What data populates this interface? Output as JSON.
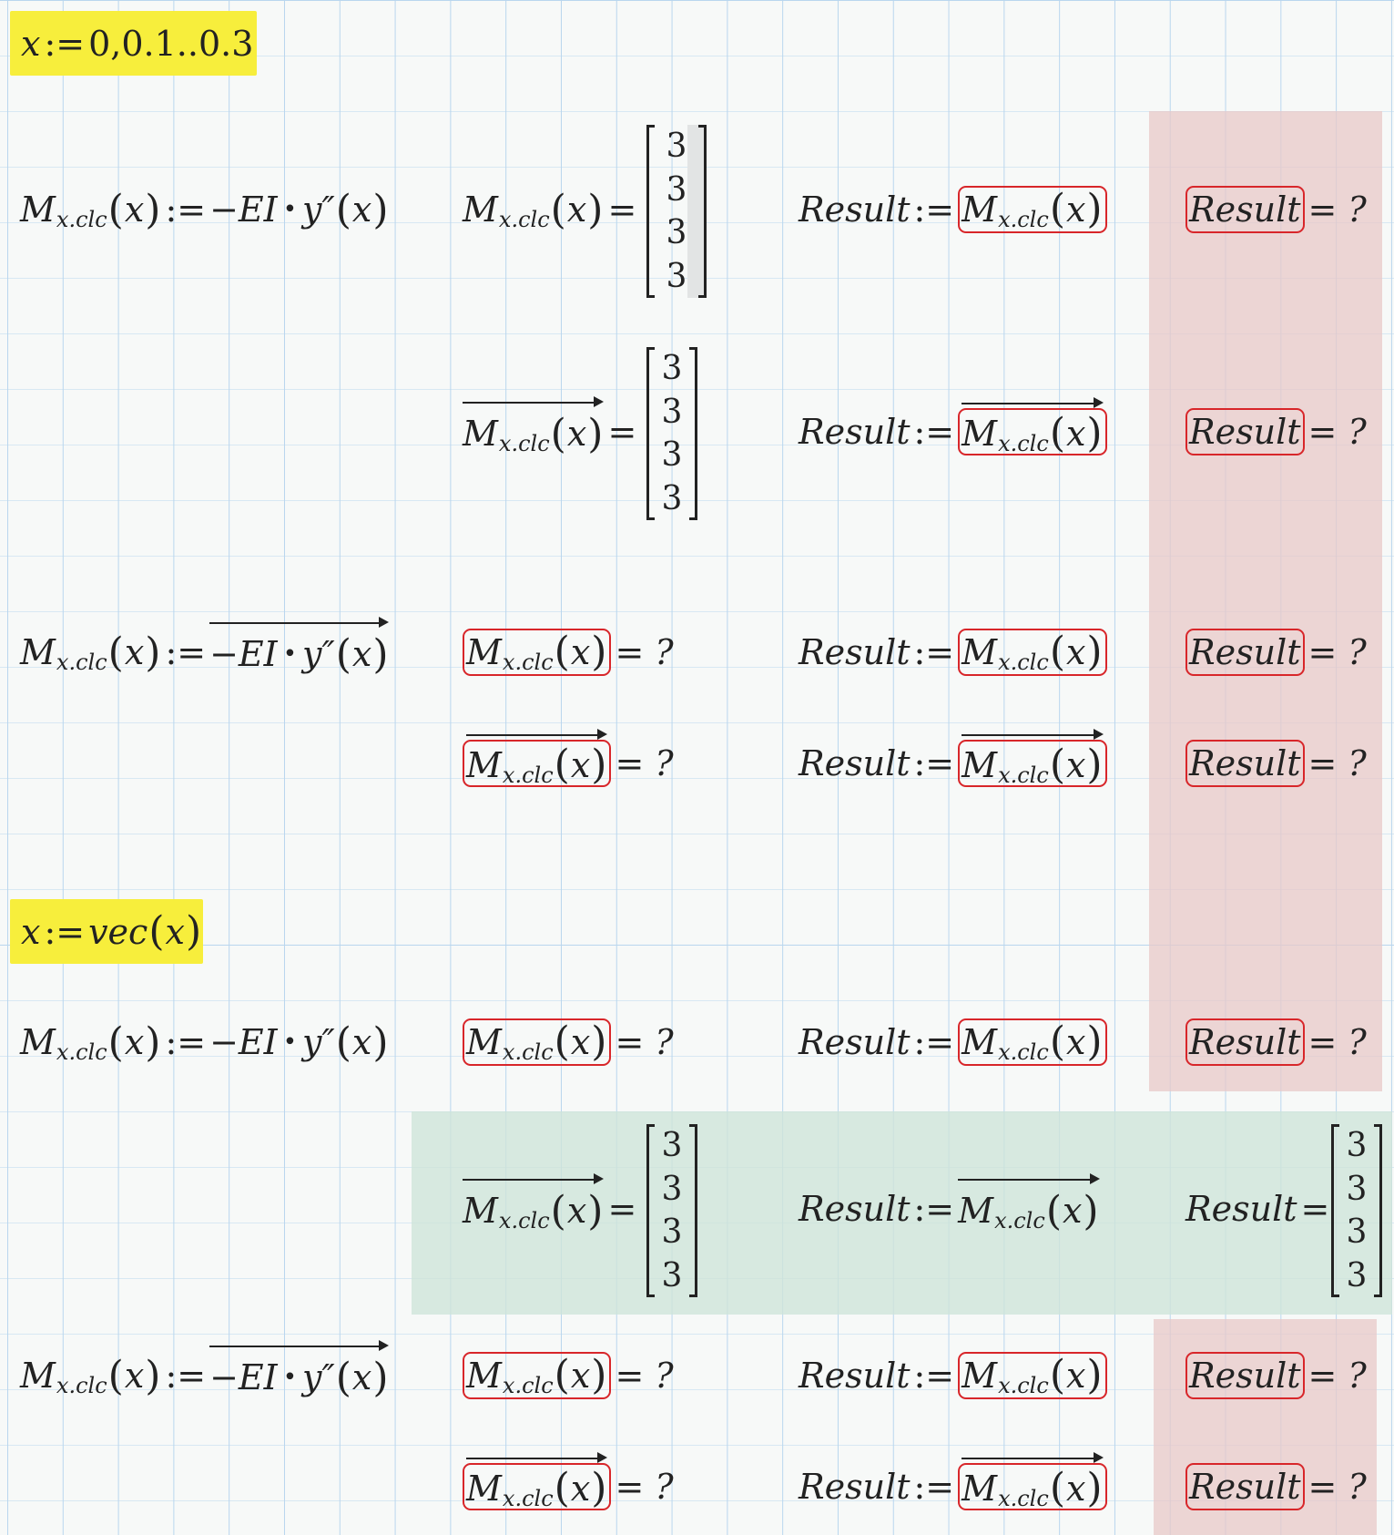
{
  "sym": {
    "M": "M",
    "sub": "x.clc",
    "x": "x",
    "lp": "(",
    "rp": ")",
    "def": ":=",
    "eq": "=",
    "neg_EI": "−EI",
    "bullet": "•",
    "y": "y″",
    "q": "?",
    "result": "Result",
    "three": "3"
  },
  "header1": {
    "lhs": "x",
    "def": ":=",
    "rhs": "0,0.1..0.3"
  },
  "header2": {
    "lhs": "x",
    "def": ":=",
    "fn": "vec",
    "arg": "x"
  },
  "colors": {
    "highlight": "#f7ee3c",
    "error_box": "#d8262a",
    "red_band": "#e8c8c8",
    "green_band": "#cee4d8",
    "grid": "#b9d6ee"
  }
}
